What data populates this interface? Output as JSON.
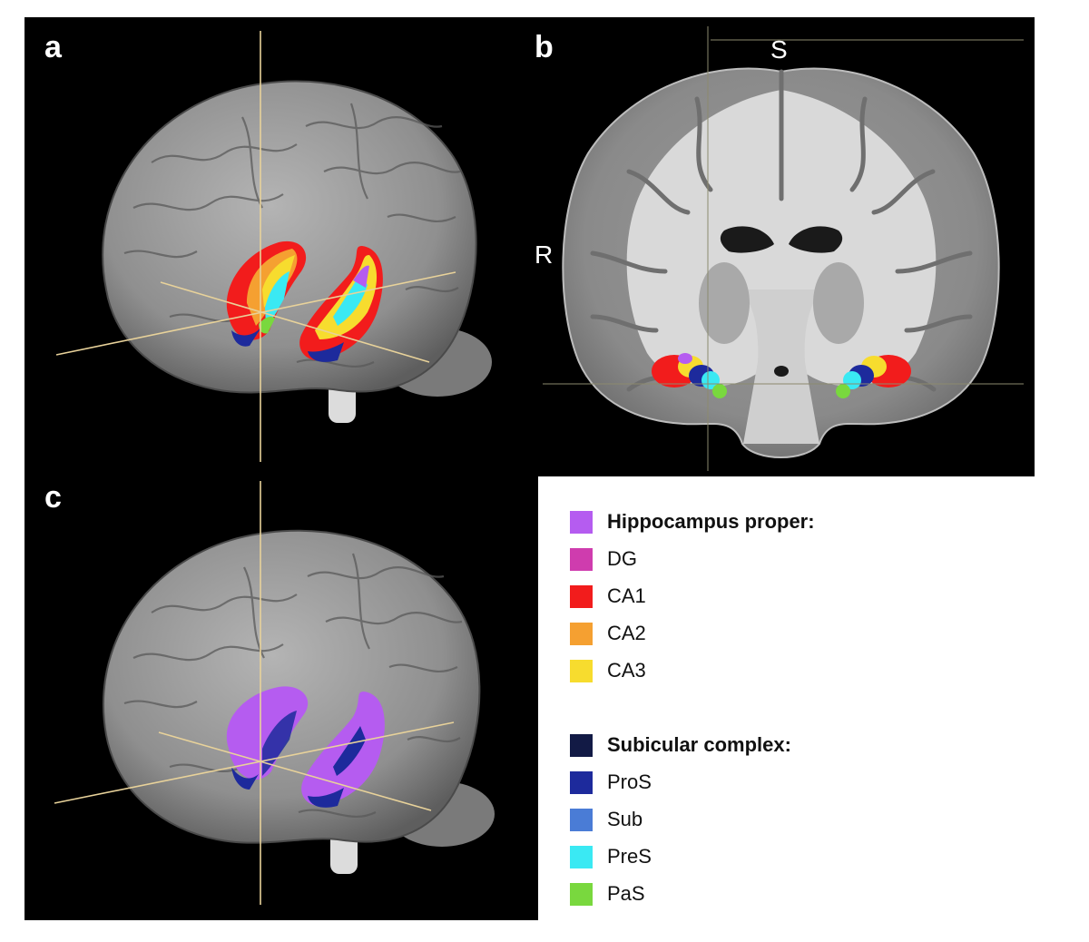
{
  "panels": {
    "a": {
      "letter": "a"
    },
    "b": {
      "letter": "b",
      "superior": "S",
      "right": "R"
    },
    "c": {
      "letter": "c"
    }
  },
  "legend": {
    "groups": [
      {
        "title": "Hippocampus proper:",
        "color": "#b55cf0",
        "items": [
          {
            "label": "DG",
            "color": "#cf3cae"
          },
          {
            "label": "CA1",
            "color": "#f21c1c"
          },
          {
            "label": "CA2",
            "color": "#f5a031"
          },
          {
            "label": "CA3",
            "color": "#f7dc2e"
          }
        ]
      },
      {
        "title": "Subicular complex:",
        "color": "#121a45",
        "items": [
          {
            "label": "ProS",
            "color": "#1d2a9c"
          },
          {
            "label": "Sub",
            "color": "#4a7cd6"
          },
          {
            "label": "PreS",
            "color": "#3ae9f3"
          },
          {
            "label": "PaS",
            "color": "#79d83e"
          }
        ]
      }
    ]
  }
}
